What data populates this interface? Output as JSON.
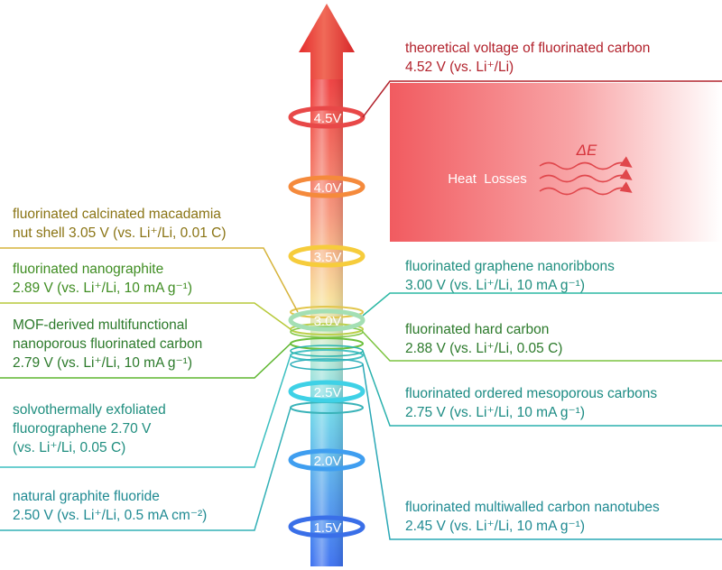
{
  "colors": {
    "theoretical": "#b2222c",
    "macadamia": "#d6b43c",
    "nanographite": "#b7c93a",
    "mof": "#5db62f",
    "fluorographene": "#3bbfc0",
    "graphite_fluoride": "#32b0b6",
    "nanoribbons": "#2cb8a4",
    "hard_carbon": "#7cc440",
    "mesoporous": "#2ab1ad",
    "nanotubes": "#2aa8b6"
  },
  "arrow": {
    "ticks": [
      "4.5V",
      "4.0V",
      "3.5V",
      "3.0V",
      "2.5V",
      "2.0V",
      "1.5V"
    ]
  },
  "heat": {
    "symbol": "ΔE",
    "label": "Heat  Losses"
  },
  "annotations": {
    "theoretical": {
      "line1": "theoretical voltage of fluorinated carbon",
      "line2": "4.52 V (vs. Li⁺/Li)"
    },
    "macadamia": {
      "line1": "fluorinated calcinated macadamia",
      "line2": "nut shell 3.05 V (vs. Li⁺/Li, 0.01 C)"
    },
    "nanographite": {
      "line1": "fluorinated nanographite",
      "line2": "2.89 V (vs. Li⁺/Li, 10 mA g⁻¹)"
    },
    "mof": {
      "line1": "MOF-derived multifunctional",
      "line2": "nanoporous fluorinated carbon",
      "line3": "2.79 V (vs. Li⁺/Li, 10 mA g⁻¹)"
    },
    "fluorographene": {
      "line1": "solvothermally exfoliated",
      "line2": "fluorographene 2.70 V",
      "line3": "(vs. Li⁺/Li, 0.05 C)"
    },
    "graphite_fluoride": {
      "line1": "natural graphite fluoride",
      "line2": "2.50 V (vs. Li⁺/Li, 0.5 mA cm⁻²)"
    },
    "nanoribbons": {
      "line1": "fluorinated graphene nanoribbons",
      "line2": "3.00 V (vs. Li⁺/Li, 10 mA g⁻¹)"
    },
    "hard_carbon": {
      "line1": "fluorinated hard carbon",
      "line2": "2.88 V (vs. Li⁺/Li, 0.05 C)"
    },
    "mesoporous": {
      "line1": "fluorinated ordered mesoporous carbons",
      "line2": "2.75 V (vs. Li⁺/Li, 10 mA g⁻¹)"
    },
    "nanotubes": {
      "line1": "fluorinated multiwalled carbon nanotubes",
      "line2": "2.45 V (vs. Li⁺/Li, 10 mA g⁻¹)"
    }
  }
}
